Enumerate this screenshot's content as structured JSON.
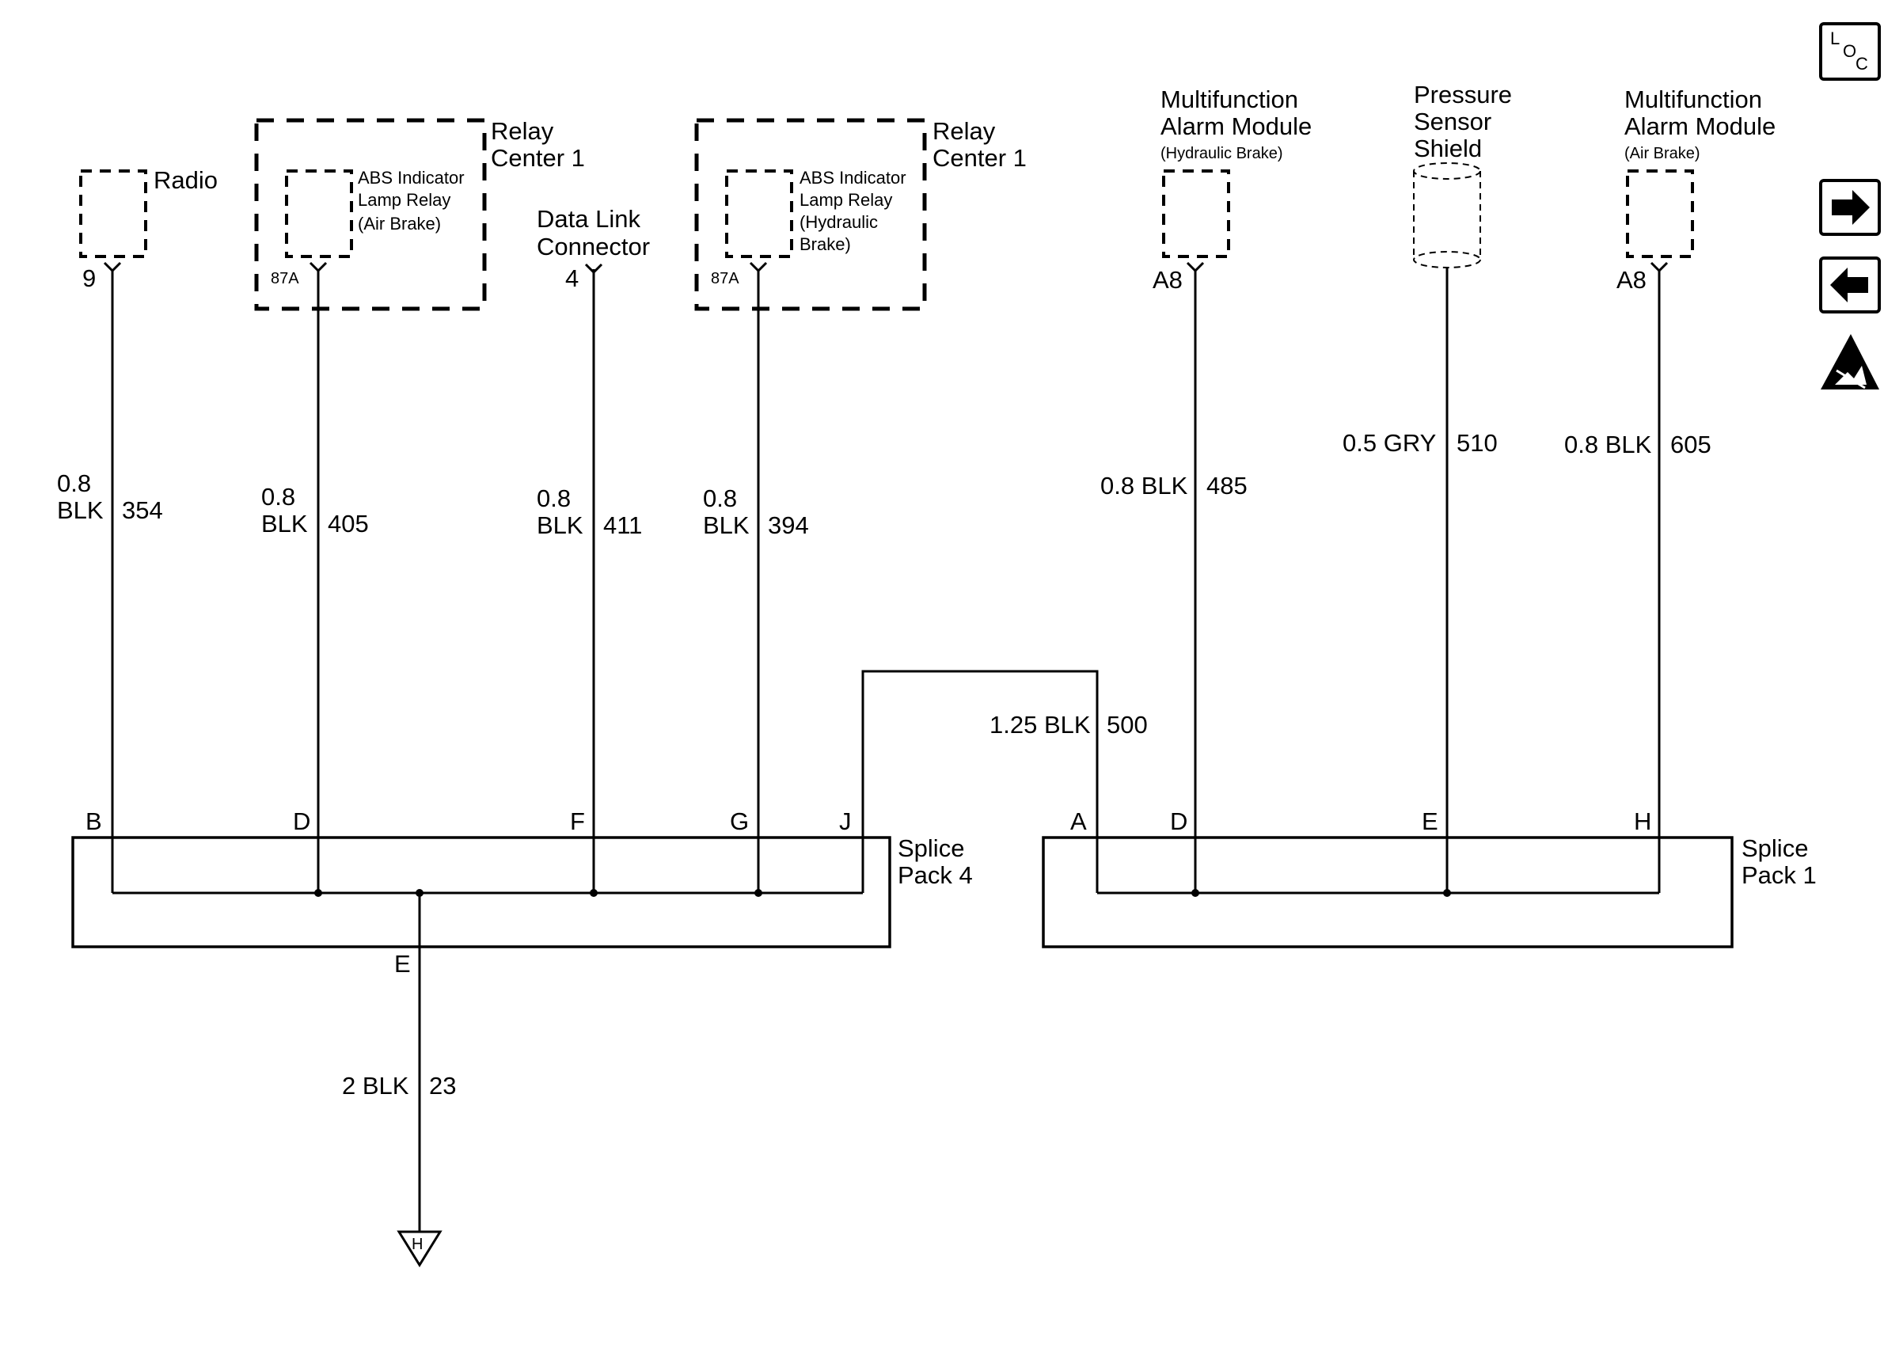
{
  "components": {
    "radio": {
      "label": "Radio",
      "pin": "9"
    },
    "relay_air": {
      "center_line1": "Relay",
      "center_line2": "Center 1",
      "name_line1": "ABS Indicator",
      "name_line2": "Lamp Relay",
      "name_line3": "(Air Brake)",
      "pin": "87A"
    },
    "dlc": {
      "line1": "Data Link",
      "line2": "Connector",
      "pin": "4"
    },
    "relay_hyd": {
      "center_line1": "Relay",
      "center_line2": "Center 1",
      "name_line1": "ABS Indicator",
      "name_line2": "Lamp Relay",
      "name_line3": "(Hydraulic",
      "name_line4": "Brake)",
      "pin": "87A"
    },
    "mam_hyd": {
      "line1": "Multifunction",
      "line2": "Alarm Module",
      "sub": "(Hydraulic Brake)",
      "pin": "A8"
    },
    "pressure_shield": {
      "line1": "Pressure",
      "line2": "Sensor",
      "line3": "Shield"
    },
    "mam_air": {
      "line1": "Multifunction",
      "line2": "Alarm Module",
      "sub": "(Air Brake)",
      "pin": "A8"
    }
  },
  "wires": {
    "w354": {
      "size": "0.8",
      "color": "BLK",
      "circuit": "354"
    },
    "w405": {
      "size": "0.8",
      "color": "BLK",
      "circuit": "405"
    },
    "w411": {
      "size": "0.8",
      "color": "BLK",
      "circuit": "411"
    },
    "w394": {
      "size": "0.8",
      "color": "BLK",
      "circuit": "394"
    },
    "w485": {
      "spec": "0.8 BLK",
      "circuit": "485"
    },
    "w510": {
      "spec": "0.5 GRY",
      "circuit": "510"
    },
    "w605": {
      "spec": "0.8 BLK",
      "circuit": "605"
    },
    "w500": {
      "spec": "1.25 BLK",
      "circuit": "500"
    },
    "w23": {
      "spec": "2 BLK",
      "circuit": "23"
    }
  },
  "splice4": {
    "line1": "Splice",
    "line2": "Pack 4",
    "pins": {
      "b": "B",
      "d": "D",
      "f": "F",
      "g": "G",
      "j": "J",
      "e": "E"
    }
  },
  "splice1": {
    "line1": "Splice",
    "line2": "Pack 1",
    "pins": {
      "a": "A",
      "d": "D",
      "e": "E",
      "h": "H"
    }
  },
  "ground": {
    "label": "H"
  },
  "nav": {
    "loc_l": "L",
    "loc_o": "O",
    "loc_c": "C",
    "next_glyph": "➡",
    "prev_glyph": "⬅"
  },
  "icons": [
    "loc-icon",
    "arrow-right-icon",
    "arrow-left-icon",
    "esd-warning-icon"
  ]
}
